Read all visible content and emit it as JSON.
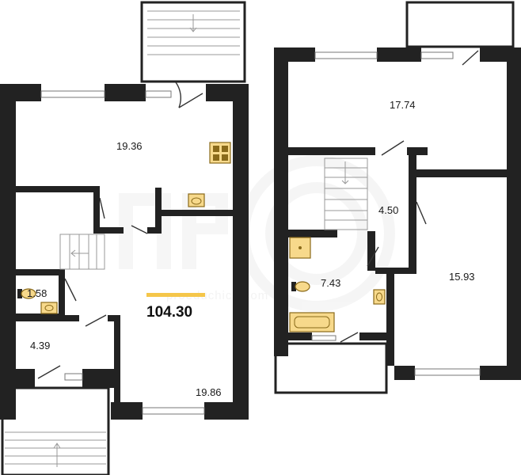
{
  "plan": {
    "total_area": "104.30",
    "watermark": "proeduchich.com",
    "colors": {
      "wall": "#222222",
      "fixture_fill": "#f7d98b",
      "fixture_stroke": "#8a6a1a",
      "accent_bar": "#f5c64a",
      "thin_line": "#888888",
      "watermark": "#eeeeee"
    },
    "floor1": {
      "rooms": [
        {
          "id": "kitchen",
          "area": "19.36"
        },
        {
          "id": "wc",
          "area": "1.58"
        },
        {
          "id": "bedroom",
          "area": "4.39"
        },
        {
          "id": "living",
          "area": "19.86"
        }
      ]
    },
    "floor2": {
      "rooms": [
        {
          "id": "room-top",
          "area": "17.74"
        },
        {
          "id": "hall",
          "area": "4.50"
        },
        {
          "id": "bathroom",
          "area": "7.43"
        },
        {
          "id": "room-right",
          "area": "15.93"
        }
      ]
    }
  }
}
